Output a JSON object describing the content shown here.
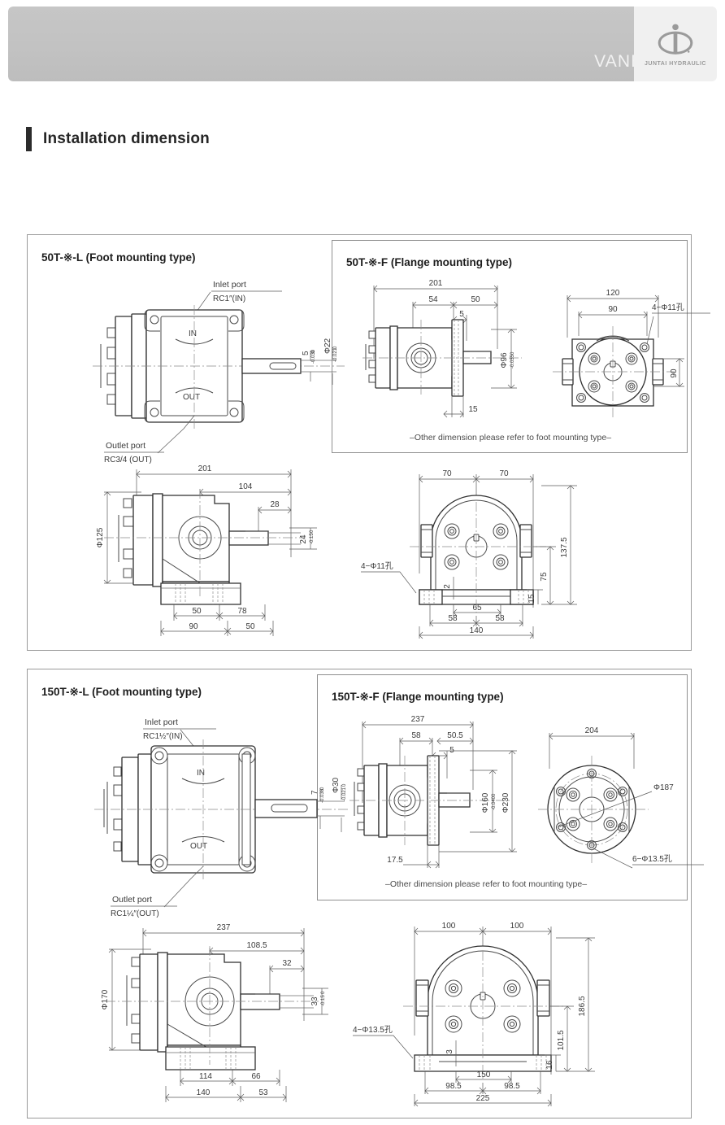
{
  "header": {
    "title": "VANE PUMP",
    "logo_text": "JUNTAI HYDRAULIC",
    "logo_icon": "juntai-ellipse-logo"
  },
  "section": {
    "title": "Installation dimension"
  },
  "panels": [
    {
      "id": "50t",
      "foot": {
        "heading": "50T-※-L (Foot mounting type)",
        "labels": {
          "inlet_title": "Inlet port",
          "inlet_spec": "RC1″(IN)",
          "outlet_title": "Outlet port",
          "outlet_spec": "RC3/4 (OUT)",
          "port_in": "IN",
          "port_out": "OUT"
        },
        "dims_front": {
          "shaft_key": "5",
          "shaft_key_tol_up": "0",
          "shaft_key_tol_lo": "-0.030",
          "shaft_dia": "Φ22",
          "shaft_dia_tol_up": "0",
          "shaft_dia_tol_lo": "-0.021"
        },
        "dims_side": {
          "overall_length": "201",
          "to_center": "104",
          "shaft_len": "28",
          "shaft_height": "24",
          "shaft_height_tol_up": "0",
          "shaft_height_tol_lo": "-0.15",
          "body_dia": "Φ125",
          "foot_a": "50",
          "foot_b": "78",
          "foot_c": "90",
          "foot_d": "50"
        },
        "dims_rear": {
          "half_width_left": "70",
          "half_width_right": "70",
          "total_height": "137.5",
          "center_height": "75",
          "foot_thickness": "15",
          "step": "2",
          "slot_width": "65",
          "hole_left": "58",
          "hole_right": "58",
          "base_width": "140",
          "hole_callout": "4−Φ11孔"
        }
      },
      "flange": {
        "heading": "50T-※-F (Flange mounting type)",
        "note": "–Other dimension please refer to foot mounting type–",
        "dims_side": {
          "overall_length": "201",
          "a": "54",
          "b": "50",
          "c": "5",
          "d": "15",
          "pilot_dia": "Φ96",
          "pilot_tol_up": "0",
          "pilot_tol_lo": "-0.035"
        },
        "dims_face": {
          "outer": "120",
          "bolt_circle": "90",
          "height": "90",
          "hole_callout": "4−Φ11孔"
        }
      }
    },
    {
      "id": "150t",
      "foot": {
        "heading": "150T-※-L (Foot mounting type)",
        "labels": {
          "inlet_title": "Inlet port",
          "inlet_spec": "RC1½″(IN)",
          "outlet_title": "Outlet port",
          "outlet_spec": "RC1¼″(OUT)",
          "port_in": "IN",
          "port_out": "OUT"
        },
        "dims_front": {
          "shaft_key": "7",
          "shaft_key_tol_up": "0",
          "shaft_key_tol_lo": "-0.036",
          "shaft_dia": "Φ30",
          "shaft_dia_tol_up": "0",
          "shaft_dia_tol_lo": "-0.021"
        },
        "dims_side": {
          "overall_length": "237",
          "to_center": "108.5",
          "shaft_len": "32",
          "shaft_height": "33",
          "shaft_height_tol_up": "0",
          "shaft_height_tol_lo": "-0.15",
          "body_dia": "Φ170",
          "foot_a": "114",
          "foot_b": "66",
          "foot_c": "140",
          "foot_d": "53"
        },
        "dims_rear": {
          "half_width_left": "100",
          "half_width_right": "100",
          "total_height": "186.5",
          "center_height": "101.5",
          "foot_thickness": "16",
          "step": "3",
          "slot_width": "150",
          "hole_left": "98.5",
          "hole_right": "98.5",
          "base_width": "225",
          "hole_callout": "4−Φ13.5孔"
        }
      },
      "flange": {
        "heading": "150T-※-F (Flange mounting type)",
        "note": "–Other dimension please refer to foot mounting type–",
        "dims_side": {
          "overall_length": "237",
          "a": "58",
          "b": "50.5",
          "c": "5",
          "d": "17.5",
          "pilot_dia": "Φ160",
          "pilot_tol_up": "0",
          "pilot_tol_lo": "-0.040",
          "flange_dia": "Φ230"
        },
        "dims_face": {
          "outer": "204",
          "bolt_circle": "Φ187",
          "hole_callout": "6−Φ13.5孔"
        }
      }
    }
  ]
}
